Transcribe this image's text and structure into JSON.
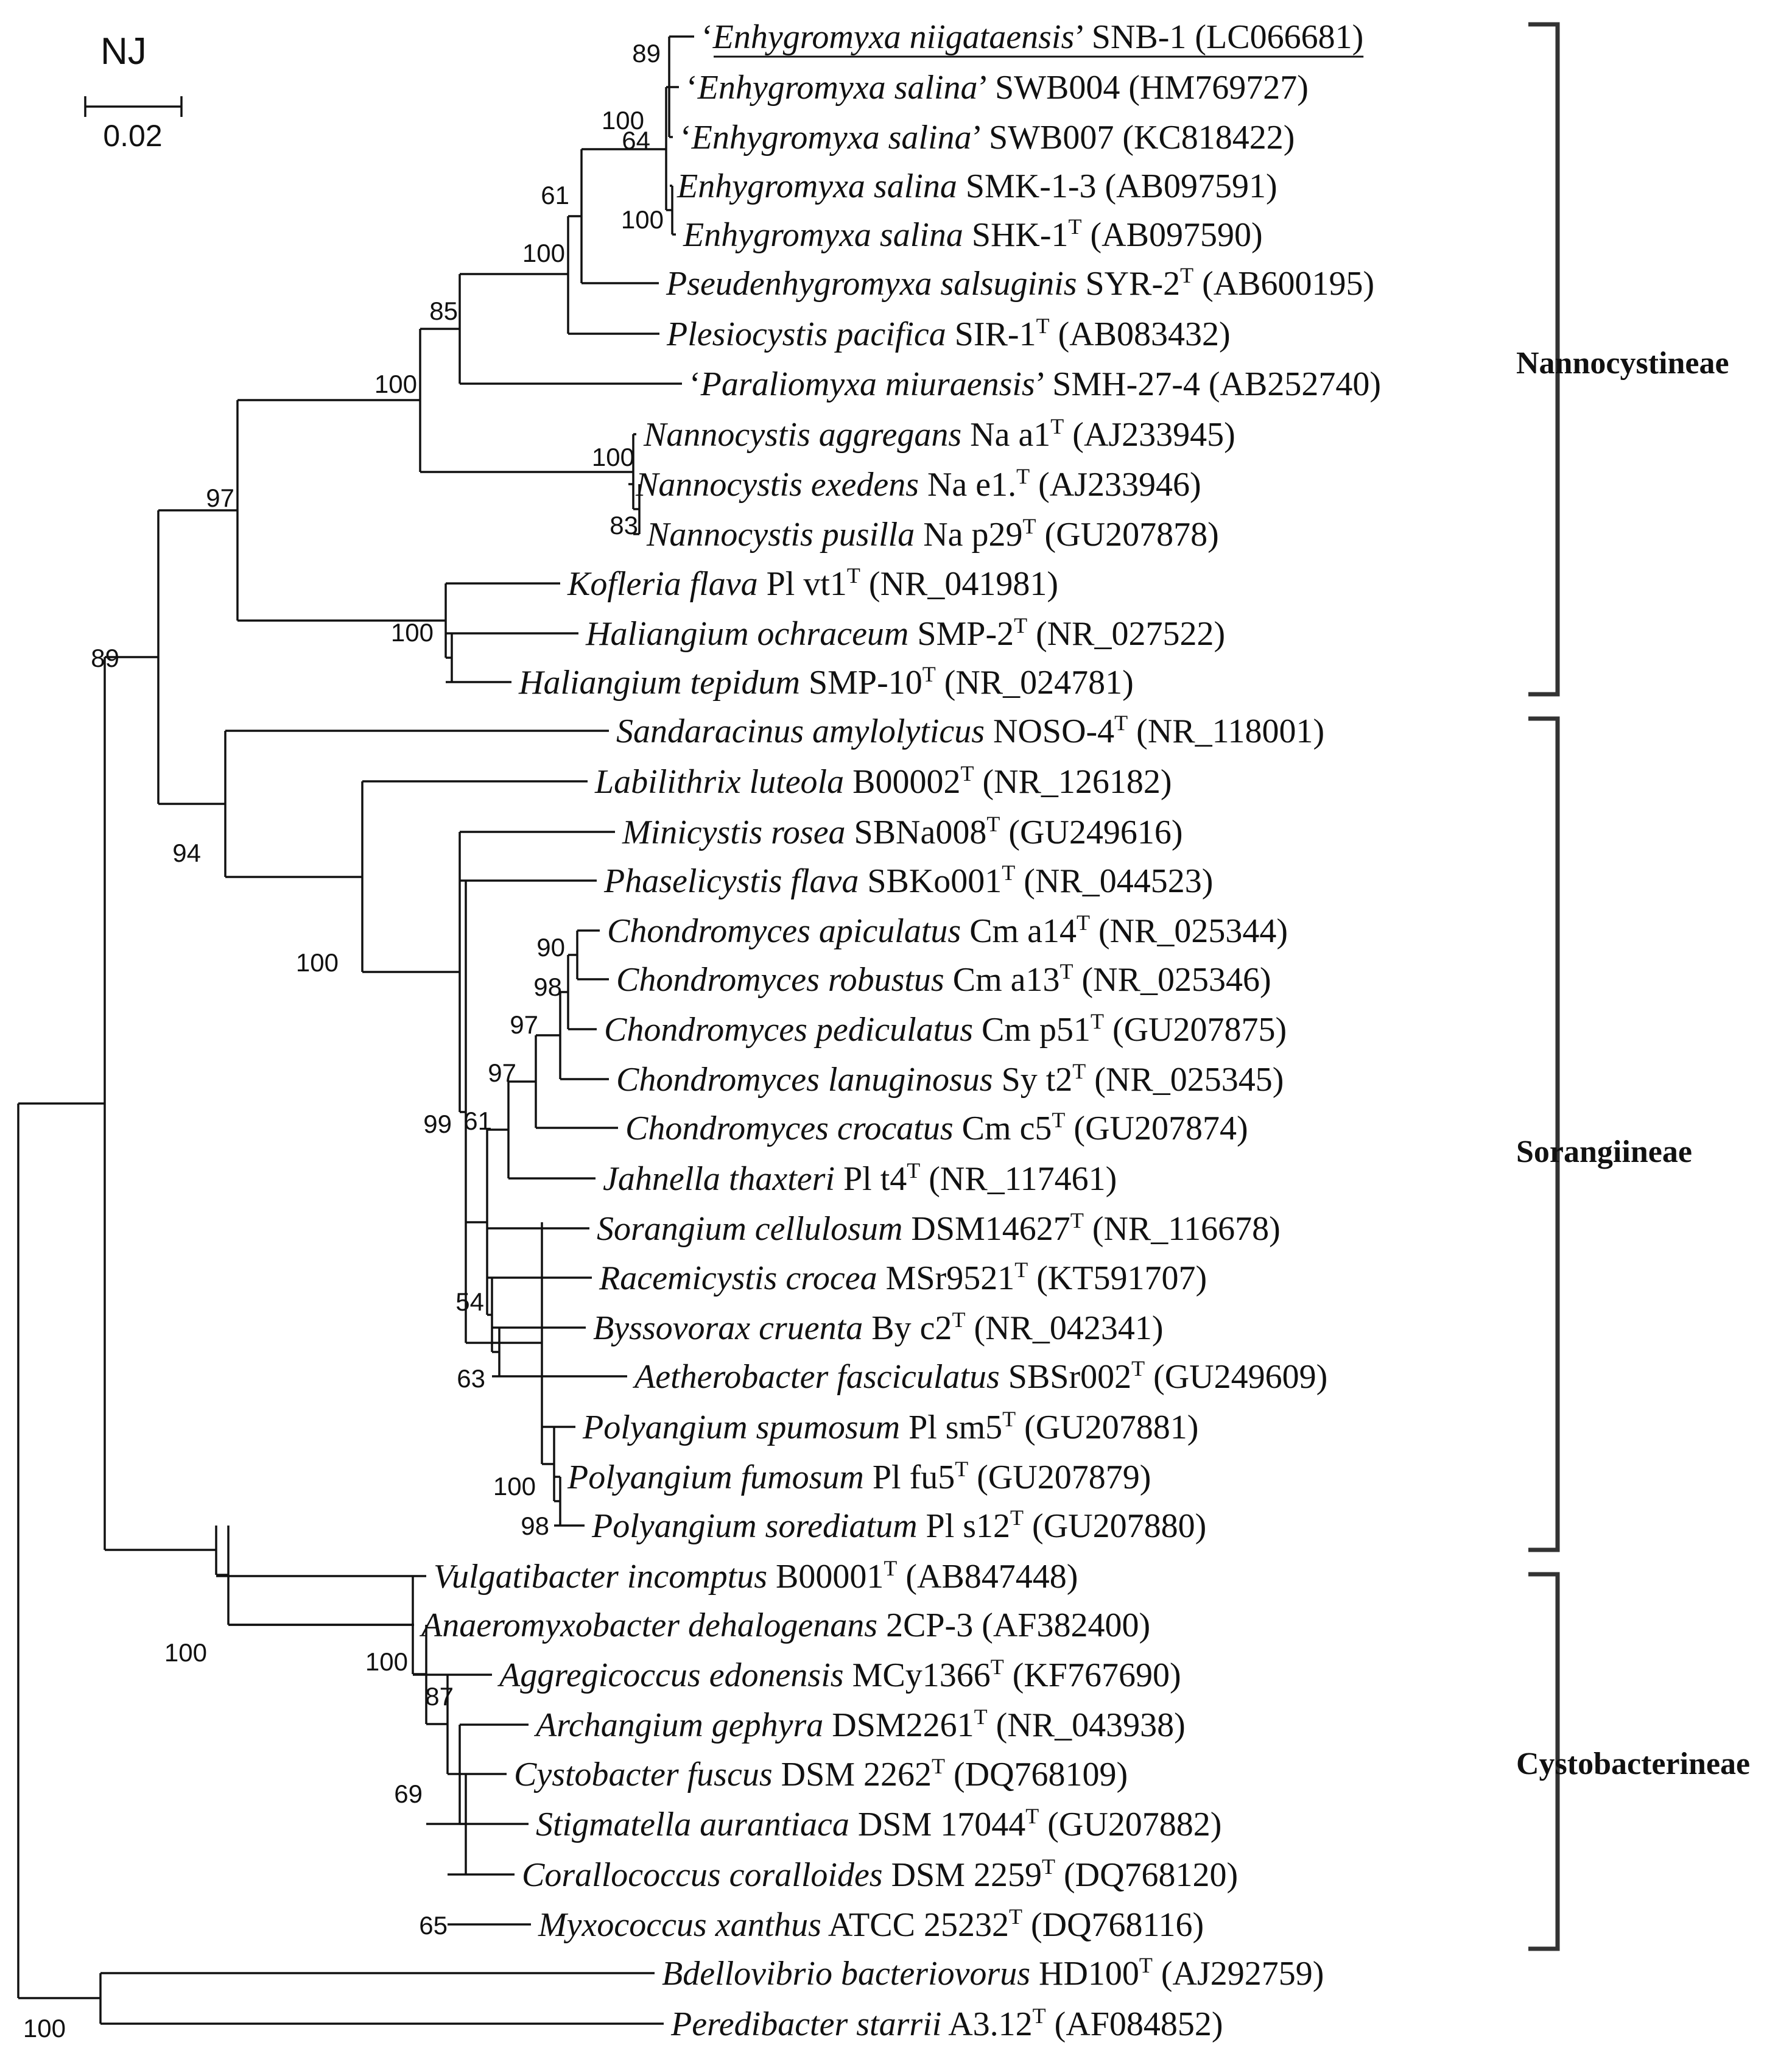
{
  "method": "NJ",
  "scale_label": "0.02",
  "taxa": [
    {
      "sp": "Enhygromyxa niigataensis",
      "q": true,
      "strain": "SNB-1",
      "t": false,
      "acc": "(LC066681)"
    },
    {
      "sp": "Enhygromyxa salina",
      "q": true,
      "strain": "SWB004",
      "t": false,
      "acc": "(HM769727)"
    },
    {
      "sp": "Enhygromyxa salina",
      "q": true,
      "strain": "SWB007",
      "t": false,
      "acc": "(KC818422)"
    },
    {
      "sp": "Enhygromyxa salina",
      "q": false,
      "strain": "SMK-1-3",
      "t": false,
      "acc": "(AB097591)"
    },
    {
      "sp": "Enhygromyxa salina",
      "q": false,
      "strain": "SHK-1",
      "t": true,
      "acc": "(AB097590)"
    },
    {
      "sp": "Pseudenhygromyxa salsuginis",
      "q": false,
      "strain": "SYR-2",
      "t": true,
      "acc": "(AB600195)"
    },
    {
      "sp": "Plesiocystis pacifica",
      "q": false,
      "strain": "SIR-1",
      "t": true,
      "acc": "(AB083432)"
    },
    {
      "sp": "Paraliomyxa miuraensis",
      "q": true,
      "strain": "SMH-27-4",
      "t": false,
      "acc": "(AB252740)"
    },
    {
      "sp": "Nannocystis aggregans",
      "q": false,
      "strain": "Na a1",
      "t": true,
      "acc": "(AJ233945)"
    },
    {
      "sp": "Nannocystis exedens",
      "q": false,
      "strain": "Na e1.",
      "t": true,
      "acc": "(AJ233946)"
    },
    {
      "sp": "Nannocystis pusilla",
      "q": false,
      "strain": "Na p29",
      "t": true,
      "acc": "(GU207878)"
    },
    {
      "sp": "Kofleria flava",
      "q": false,
      "strain": "Pl vt1",
      "t": true,
      "acc": "(NR_041981)"
    },
    {
      "sp": "Haliangium ochraceum",
      "q": false,
      "strain": "SMP-2",
      "t": true,
      "acc": "(NR_027522)"
    },
    {
      "sp": "Haliangium tepidum",
      "q": false,
      "strain": "SMP-10",
      "t": true,
      "acc": "(NR_024781)"
    },
    {
      "sp": "Sandaracinus amylolyticus",
      "q": false,
      "strain": "NOSO-4",
      "t": true,
      "acc": "(NR_118001)"
    },
    {
      "sp": "Labilithrix luteola",
      "q": false,
      "strain": "B00002",
      "t": true,
      "acc": "(NR_126182)"
    },
    {
      "sp": "Minicystis rosea",
      "q": false,
      "strain": "SBNa008",
      "t": true,
      "acc": "(GU249616)"
    },
    {
      "sp": "Phaselicystis flava",
      "q": false,
      "strain": "SBKo001",
      "t": true,
      "acc": "(NR_044523)"
    },
    {
      "sp": "Chondromyces apiculatus",
      "q": false,
      "strain": "Cm a14",
      "t": true,
      "acc": "(NR_025344)"
    },
    {
      "sp": "Chondromyces robustus",
      "q": false,
      "strain": "Cm a13",
      "t": true,
      "acc": "(NR_025346)"
    },
    {
      "sp": "Chondromyces pediculatus",
      "q": false,
      "strain": "Cm p51",
      "t": true,
      "acc": "(GU207875)"
    },
    {
      "sp": "Chondromyces lanuginosus",
      "q": false,
      "strain": "Sy t2",
      "t": true,
      "acc": "(NR_025345)"
    },
    {
      "sp": "Chondromyces crocatus",
      "q": false,
      "strain": "Cm c5",
      "t": true,
      "acc": "(GU207874)"
    },
    {
      "sp": "Jahnella thaxteri",
      "q": false,
      "strain": "Pl t4",
      "t": true,
      "acc": "(NR_117461)"
    },
    {
      "sp": "Sorangium cellulosum",
      "q": false,
      "strain": "DSM14627",
      "t": true,
      "acc": "(NR_116678)"
    },
    {
      "sp": "Racemicystis crocea",
      "q": false,
      "strain": "MSr9521",
      "t": true,
      "acc": "(KT591707)"
    },
    {
      "sp": "Byssovorax cruenta",
      "q": false,
      "strain": "By c2",
      "t": true,
      "acc": "(NR_042341)"
    },
    {
      "sp": "Aetherobacter fasciculatus",
      "q": false,
      "strain": "SBSr002",
      "t": true,
      "acc": "(GU249609)"
    },
    {
      "sp": "Polyangium spumosum",
      "q": false,
      "strain": "Pl sm5",
      "t": true,
      "acc": "(GU207881)"
    },
    {
      "sp": "Polyangium fumosum",
      "q": false,
      "strain": "Pl fu5",
      "t": true,
      "acc": "(GU207879)"
    },
    {
      "sp": "Polyangium sorediatum",
      "q": false,
      "strain": "Pl s12",
      "t": true,
      "acc": "(GU207880)"
    },
    {
      "sp": "Vulgatibacter incomptus",
      "q": false,
      "strain": "B00001",
      "t": true,
      "acc": "(AB847448)"
    },
    {
      "sp": "Anaeromyxobacter dehalogenans",
      "q": false,
      "strain": "2CP-3",
      "t": false,
      "acc": "(AF382400)"
    },
    {
      "sp": "Aggregicoccus edonensis",
      "q": false,
      "strain": "MCy1366",
      "t": true,
      "acc": "(KF767690)"
    },
    {
      "sp": "Archangium gephyra",
      "q": false,
      "strain": "DSM2261",
      "t": true,
      "acc": "(NR_043938)"
    },
    {
      "sp": "Cystobacter fuscus",
      "q": false,
      "strain": "DSM 2262",
      "t": true,
      "acc": "(DQ768109)"
    },
    {
      "sp": "Stigmatella aurantiaca",
      "q": false,
      "strain": "DSM 17044",
      "t": true,
      "acc": "(GU207882)"
    },
    {
      "sp": "Corallococcus coralloides",
      "q": false,
      "strain": "DSM 2259",
      "t": true,
      "acc": "(DQ768120)"
    },
    {
      "sp": "Myxococcus xanthus",
      "q": false,
      "strain": "ATCC 25232",
      "t": true,
      "acc": "(DQ768116)"
    },
    {
      "sp": "Bdellovibrio bacteriovorus",
      "q": false,
      "strain": "HD100",
      "t": true,
      "acc": "(AJ292759)"
    },
    {
      "sp": "Peredibacter starrii",
      "q": false,
      "strain": "A3.12",
      "t": true,
      "acc": "(AF084852)"
    }
  ],
  "bootstrap": [
    "89",
    "100",
    "64",
    "100",
    "61",
    "100",
    "85",
    "100",
    "100",
    "83",
    "97",
    "100",
    "89",
    "94",
    "100",
    "99",
    "90",
    "98",
    "97",
    "97",
    "61",
    "54",
    "63",
    "100",
    "98",
    "100",
    "100",
    "87",
    "69",
    "65",
    "100"
  ],
  "clades": [
    "Nannocystineae",
    "Sorangiineae",
    "Cystobacterineae"
  ]
}
